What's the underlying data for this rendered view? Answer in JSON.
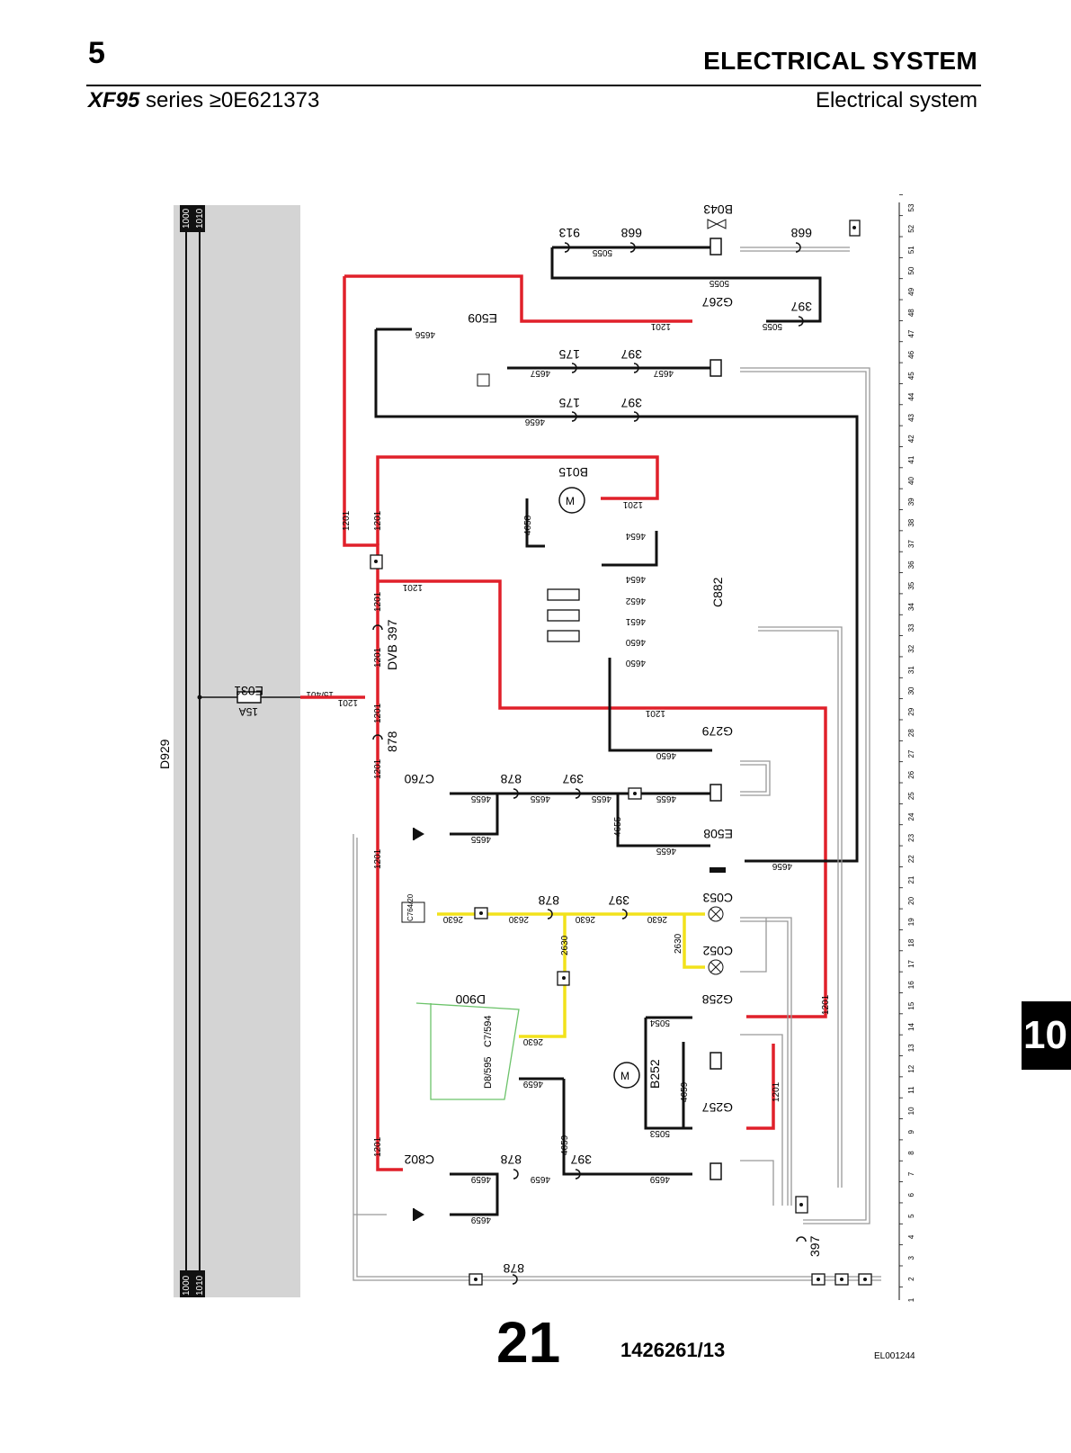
{
  "header": {
    "chapter": "5",
    "title": "ELECTRICAL SYSTEM",
    "series_bold": "XF95",
    "series_rest": " series  ≥0E621373",
    "subtitle": "Electrical system"
  },
  "tab_number": "10",
  "footer": {
    "page_big": "21",
    "doc_number": "1426261/13",
    "code": "EL001244"
  },
  "colors": {
    "red": "#e0202a",
    "yellow": "#f2e21b",
    "black": "#111111",
    "grey_band": "#d4d4d4",
    "green": "#6cc36a"
  },
  "diagram": {
    "bus_labels": [
      "1000",
      "1010"
    ],
    "unit_left": "D929",
    "fuse": {
      "name": "E031",
      "rating": "15A",
      "wire_in": "15/401",
      "wire_out": "1201"
    },
    "connector_names": [
      "DVB",
      "397",
      "878",
      "913",
      "668",
      "B043",
      "G267",
      "E509",
      "175",
      "B015",
      "C882",
      "C760",
      "G279",
      "E508",
      "C053",
      "C052",
      "D900",
      "G258",
      "B252",
      "G257",
      "C802"
    ],
    "wire_numbers": [
      "1201",
      "4656",
      "4657",
      "5055",
      "4654",
      "4652",
      "4651",
      "4650",
      "4658",
      "4655",
      "2630",
      "5054",
      "5053",
      "4659",
      "C7/594",
      "D8/595",
      "C764/20"
    ],
    "column_numbers": [
      "53",
      "52",
      "51",
      "50",
      "49",
      "48",
      "47",
      "46",
      "45",
      "44",
      "43",
      "42",
      "41",
      "40",
      "39",
      "38",
      "37",
      "36",
      "35",
      "34",
      "33",
      "32",
      "31",
      "30",
      "29",
      "28",
      "27",
      "26",
      "25",
      "24",
      "23",
      "22",
      "21",
      "20",
      "19",
      "18",
      "17",
      "16",
      "15",
      "14",
      "13",
      "12",
      "11",
      "10",
      "9",
      "8",
      "7",
      "6",
      "5",
      "4",
      "3",
      "2",
      "1"
    ]
  }
}
